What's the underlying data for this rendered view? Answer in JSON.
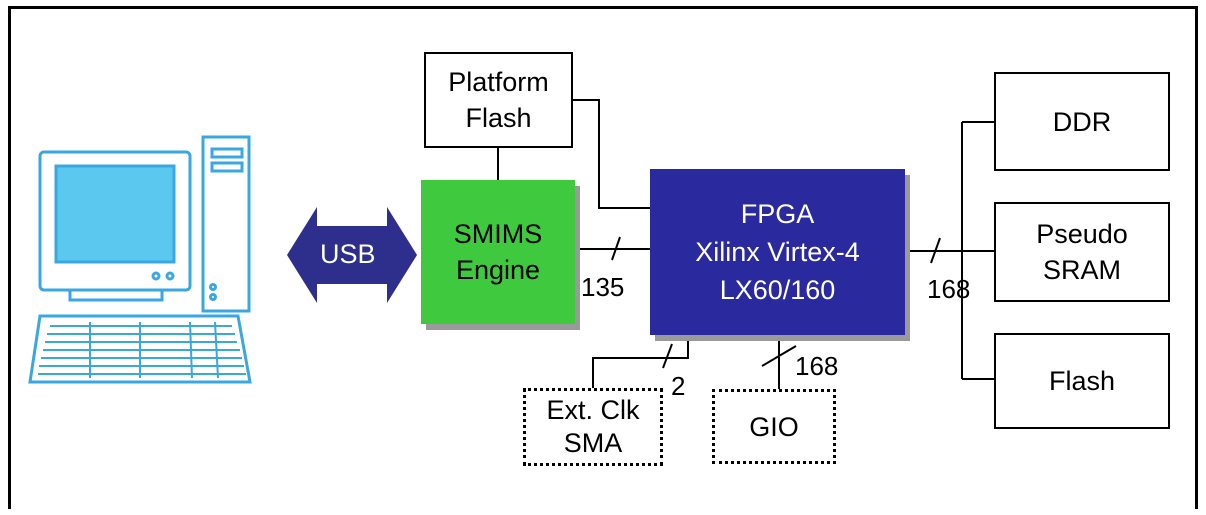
{
  "diagram": {
    "usb": {
      "label": "USB"
    },
    "platform_flash": {
      "line1": "Platform",
      "line2": "Flash"
    },
    "smims_engine": {
      "line1": "SMIMS",
      "line2": "Engine"
    },
    "fpga": {
      "line1": "FPGA",
      "line2": "Xilinx Virtex-4",
      "line3": "LX60/160"
    },
    "ddr": {
      "label": "DDR"
    },
    "pseudo_sram": {
      "line1": "Pseudo",
      "line2": "SRAM"
    },
    "flash": {
      "label": "Flash"
    },
    "ext_clk": {
      "line1": "Ext. Clk",
      "line2": "SMA"
    },
    "gio": {
      "label": "GIO"
    },
    "bus_widths": {
      "smims_fpga": "135",
      "fpga_memory": "168",
      "fpga_gio": "168",
      "fpga_extclk": "2"
    }
  },
  "colors": {
    "smims_fill": "#3fc93f",
    "fpga_fill": "#2a2a9e",
    "usb_arrow": "#2e2e8c",
    "computer_outline": "#3aa7e0",
    "screen_fill": "#5bc8f0"
  },
  "icons": {
    "computer": "desktop-computer-icon"
  }
}
